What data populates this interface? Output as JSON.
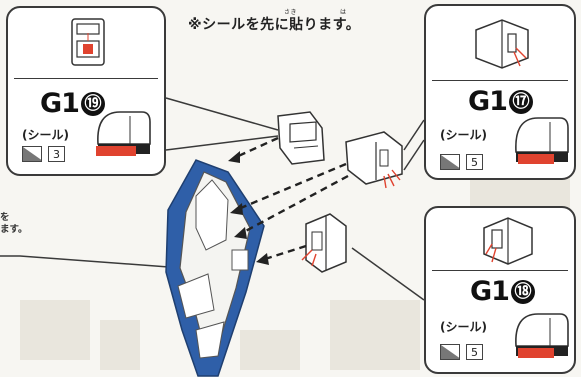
{
  "note": {
    "text": "※シールを先に貼ります。",
    "ruby_saki": "さき",
    "ruby_ha": "は"
  },
  "left_note": {
    "line1": "を",
    "line2": "ます。"
  },
  "panels": {
    "g19": {
      "code": "G1",
      "number": "⑲",
      "seal_label": "(シール)",
      "qty": "3"
    },
    "g17": {
      "code": "G1",
      "number": "⑰",
      "seal_label": "(シール)",
      "qty": "5"
    },
    "g18": {
      "code": "G1",
      "number": "⑱",
      "seal_label": "(シール)",
      "qty": "5"
    }
  },
  "colors": {
    "sticker_red": "#e0432f",
    "part_blue": "#2f5fa8",
    "arrow_red": "#e0432f",
    "outline": "#3a3a3a"
  }
}
